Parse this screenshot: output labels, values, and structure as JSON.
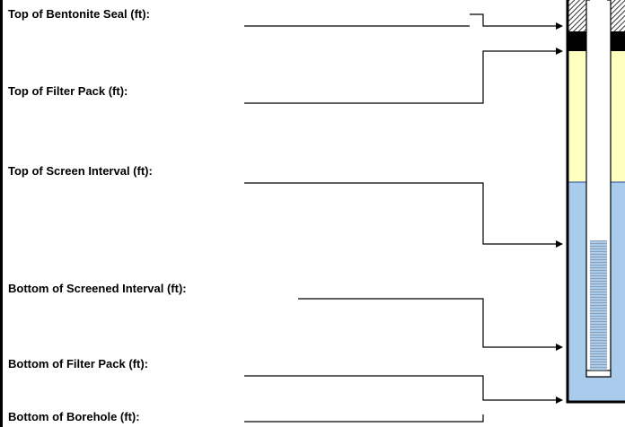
{
  "labels": {
    "top_bentonite_seal": "Top of Bentonite Seal (ft):",
    "top_filter_pack": "Top of Filter Pack (ft):",
    "top_screen_interval": "Top of Screen Interval (ft):",
    "bottom_screened_interval": "Bottom of Screened Interval (ft):",
    "bottom_filter_pack": "Bottom of Filter Pack (ft):",
    "bottom_borehole": "Bottom of Borehole (ft):"
  },
  "colors": {
    "filter_pack": "#ffffc0",
    "water_zone": "#a9cbec",
    "seal": "#000000",
    "line": "#000000",
    "screen_hatch": "#8f9eb0"
  }
}
